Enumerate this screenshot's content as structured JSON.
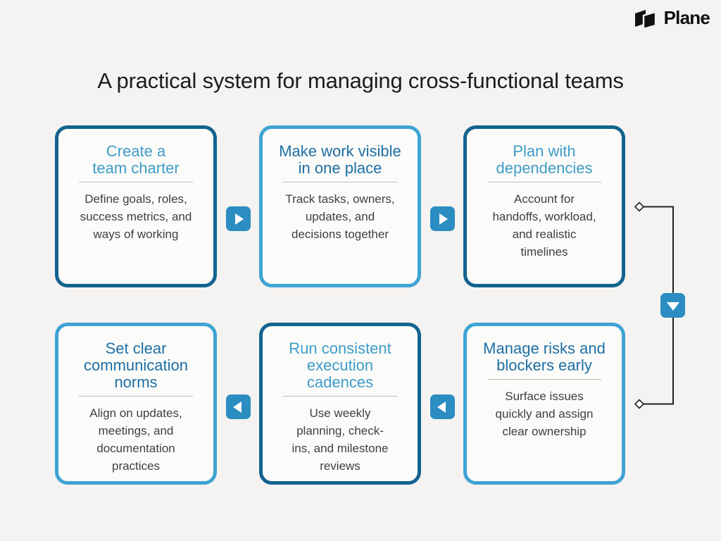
{
  "logo": {
    "text": "Plane"
  },
  "title": "A practical system for managing cross-functional teams",
  "cards": [
    {
      "title": "Create a\nteam charter",
      "body": "Define goals, roles,\nsuccess metrics, and\nways of working",
      "variant": "dark-frame"
    },
    {
      "title": "Make work visible\nin one place",
      "body": "Track tasks, owners,\nupdates, and\ndecisions together",
      "variant": "light-frame"
    },
    {
      "title": "Plan with\ndependencies",
      "body": "Account for\nhandoffs, workload,\nand realistic\ntimelines",
      "variant": "dark-frame"
    },
    {
      "title": "Set clear\ncommunication\nnorms",
      "body": "Align on updates,\nmeetings, and\ndocumentation\npractices",
      "variant": "light-frame"
    },
    {
      "title": "Run consistent\nexecution\ncadences",
      "body": "Use weekly\nplanning, check-\nins, and milestone\nreviews",
      "variant": "dark-frame"
    },
    {
      "title": "Manage risks and\nblockers early",
      "body": "Surface issues\nquickly and assign\nclear ownership",
      "variant": "light-frame"
    }
  ],
  "flow": {
    "top_row_direction": "right",
    "bottom_row_direction": "left",
    "right_connector_direction": "down"
  },
  "colors": {
    "page_bg": "#f4f3f1",
    "card_bg": "#fbfbf9",
    "frame_dark": "#136390",
    "frame_light": "#3fa3d4",
    "heading_light": "#3e9cc9",
    "heading_dark": "#1e6fa5",
    "arrow_bg": "#2b8dc1",
    "arrow_glyph": "#ffffff",
    "body_text": "#3f3f3f",
    "title_text": "#1c1c1e",
    "divider": "#bdbdbd",
    "connector": "#212121",
    "logo_text": "#101012"
  }
}
